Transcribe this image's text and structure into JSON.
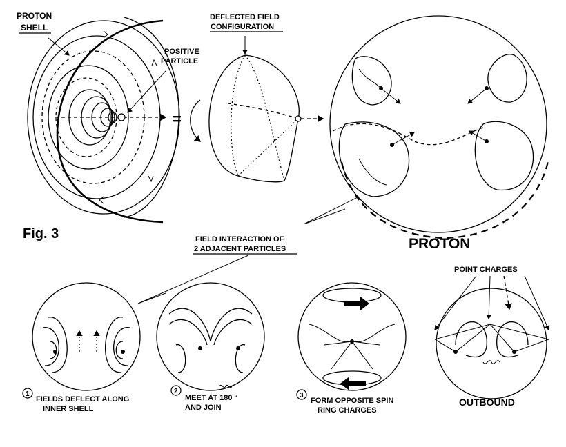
{
  "labels": {
    "proton_shell_line1": "PROTON",
    "proton_shell_line2": "SHELL",
    "positive_particle_line1": "POSITIVE",
    "positive_particle_line2": "PARTICLE",
    "deflected_line1": "DEFLECTED FIELD",
    "deflected_line2": "CONFIGURATION",
    "equals": "=",
    "figure": "Fig. 3",
    "proton": "PROTON",
    "field_interaction_line1": "FIELD INTERACTION OF",
    "field_interaction_line2": "2 ADJACENT PARTICLES",
    "point_charges": "POINT CHARGES"
  },
  "steps": [
    {
      "number": "1",
      "line1": "FIELDS DEFLECT ALONG",
      "line2": "INNER SHELL"
    },
    {
      "number": "2",
      "line1": "MEET AT 180 °",
      "line2": "AND JOIN"
    },
    {
      "number": "3",
      "line1": "FORM OPPOSITE SPIN",
      "line2": "RING CHARGES"
    }
  ],
  "outbound": "OUTBOUND"
}
